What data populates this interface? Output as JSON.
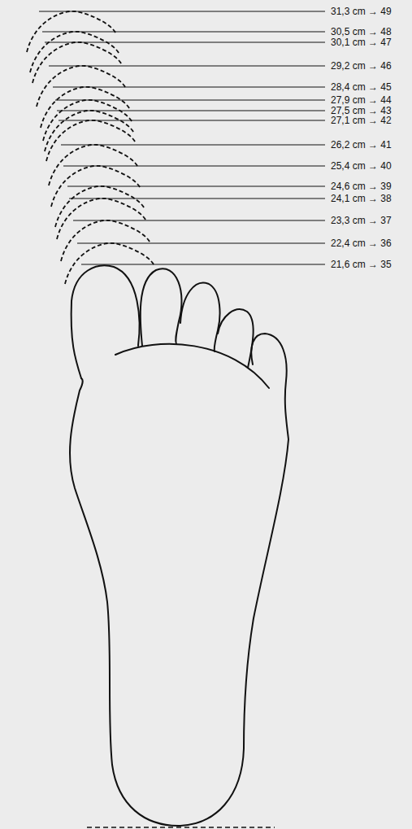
{
  "diagram": {
    "labels": [
      "31,3 cm → 49",
      "30,5 cm → 48",
      "30,1 cm → 47",
      "29,2 cm → 46",
      "28,4 cm → 45",
      "27,9 cm → 44",
      "27,5 cm → 43",
      "27,1 cm → 42",
      "26,2 cm → 41",
      "25,4 cm → 40",
      "24,6 cm → 39",
      "24,1 cm → 38",
      "23,3 cm → 37",
      "22,4 cm → 36",
      "21,6 cm → 35"
    ]
  }
}
